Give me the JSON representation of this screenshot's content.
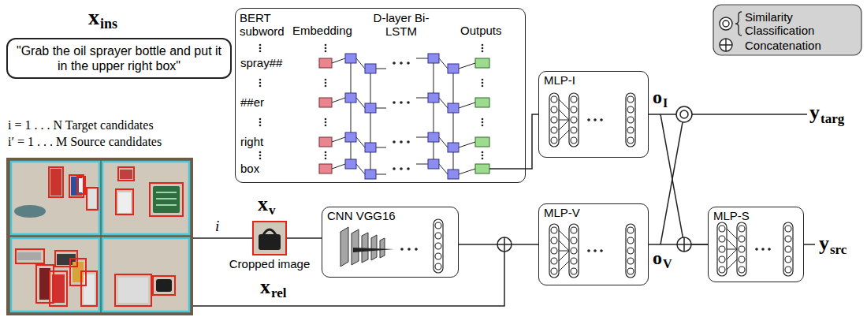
{
  "diagram": {
    "nodes": [
      {
        "text": [
          "\"Grab the oil sprayer bottle and put it in the upper right box\""
        ]
      },
      {
        "text": [
          "BERT subword",
          "Embedding",
          "D-layer Bi-LSTM",
          "Outputs"
        ]
      },
      {
        "text": [
          "Cropped image"
        ]
      },
      {
        "text": [
          "CNN VGG16"
        ]
      },
      {
        "text": [
          "MLP-I"
        ]
      },
      {
        "text": [
          "MLP-V"
        ]
      },
      {
        "text": [
          "MLP-S"
        ]
      }
    ],
    "edges": [
      {
        "from": 1,
        "to": 4,
        "arrow": "none"
      },
      {
        "from": 2,
        "to": 3,
        "arrow": "none"
      },
      {
        "from": 3,
        "to": 5,
        "arrow": "none"
      },
      {
        "from": 4,
        "to": 6,
        "arrow": "none"
      },
      {
        "from": 5,
        "to": 6,
        "arrow": "none"
      }
    ],
    "labels": [
      "x",
      "ins",
      "i = 1 . . . N Target candidates",
      "i′ = 1 . . . M Source candidates",
      "spray##",
      "##er",
      "right",
      "box",
      "x",
      "v",
      "i",
      "x",
      "rel",
      "o",
      "I",
      "o",
      "V",
      "y",
      "targ",
      "y",
      "src"
    ],
    "legend": [
      {
        "text": "Similarity"
      },
      {
        "text": "Classification"
      },
      {
        "text": "Concatenation"
      }
    ]
  }
}
